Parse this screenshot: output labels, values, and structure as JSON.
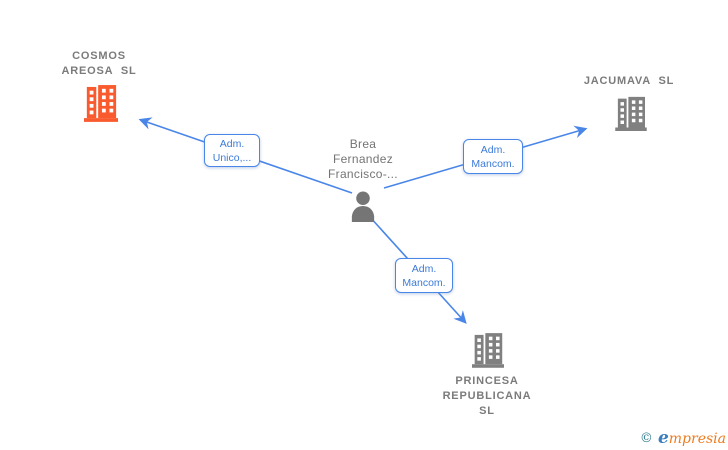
{
  "diagram": {
    "person": {
      "name_lines": [
        "Brea",
        "Fernandez",
        "Francisco-..."
      ]
    },
    "companies": [
      {
        "id": "cosmos-areosa-sl",
        "name_line1": "COSMOS",
        "name_line2": "AREOSA SL",
        "icon": "building-icon",
        "icon_color": "#fa5b2e"
      },
      {
        "id": "jacumava-sl",
        "name_line1": "JACUMAVA SL",
        "icon": "building-icon",
        "icon_color": "#808080"
      },
      {
        "id": "princesa-republicana-sl",
        "name_line1": "PRINCESA",
        "name_line2": "REPUBLICANA",
        "name_line3": "SL",
        "icon": "building-icon",
        "icon_color": "#808080"
      }
    ],
    "edges": [
      {
        "from": "person",
        "to": "cosmos-areosa-sl",
        "label_line1": "Adm.",
        "label_line2": "Unico,..."
      },
      {
        "from": "person",
        "to": "jacumava-sl",
        "label_line1": "Adm.",
        "label_line2": "Mancom."
      },
      {
        "from": "person",
        "to": "princesa-republicana-sl",
        "label_line1": "Adm.",
        "label_line2": "Mancom."
      }
    ],
    "colors": {
      "edge": "#4a86e8",
      "edge_label_text": "#3b7ad9",
      "company_label": "#7b7b7b",
      "person_icon": "#757575",
      "cosmos_building": "#fa5b2e",
      "gray_building": "#808080"
    }
  },
  "watermark": {
    "copyright_symbol": "©",
    "brand_e": "e",
    "brand_rest": "mpresia"
  }
}
